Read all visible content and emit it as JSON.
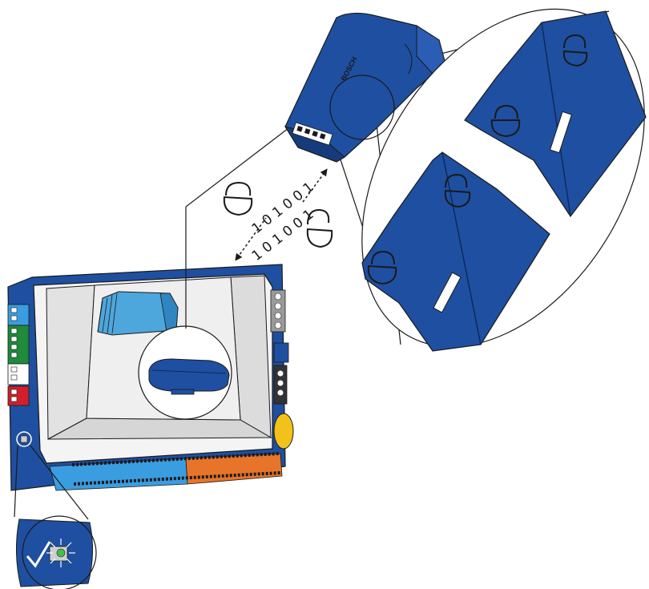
{
  "diagram": {
    "binary_upper": "1 0 1 0 0 1",
    "binary_lower": "1 0 1 0 0 1",
    "module_brand": "BOSCH",
    "colors": {
      "panel_blue": "#1f4fa0",
      "panel_dark": "#163b7a",
      "module_light_blue": "#4da6dc",
      "terminal_green": "#1e8a3a",
      "terminal_red": "#d21f2b",
      "terminal_light_blue": "#3a9de0",
      "terminal_orange": "#e8742a",
      "battery_yellow": "#f2c21b",
      "enclosure_grey": "#e6e6e6",
      "led_green": "#3fc24a"
    },
    "icons": [
      "lock-closed-icon",
      "lock-open-icon",
      "checkmark-icon",
      "double-arrow-icon"
    ]
  }
}
